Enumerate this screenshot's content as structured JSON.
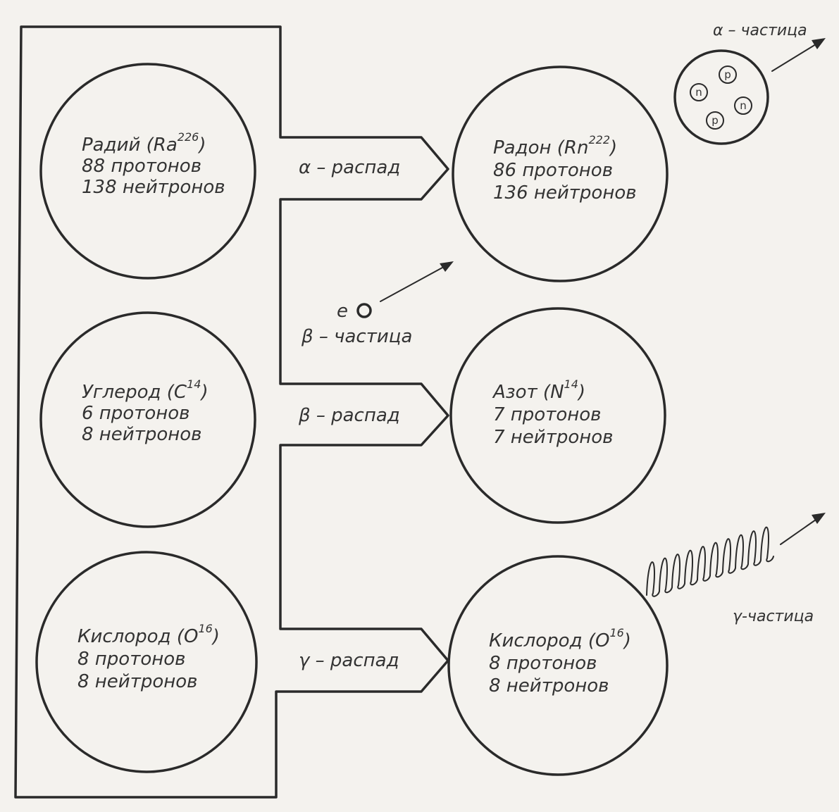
{
  "nuclei": {
    "radium": {
      "name": "Радий (Ra",
      "mass": "226",
      "close": ")",
      "protons": "88 протонов",
      "neutrons": "138 нейтронов"
    },
    "radon": {
      "name": "Радон (Rn",
      "mass": "222",
      "close": ")",
      "protons": "86 протонов",
      "neutrons": "136 нейтронов"
    },
    "carbon": {
      "name": "Углерод (C",
      "mass": "14",
      "close": ")",
      "protons": "6 протонов",
      "neutrons": "8 нейтронов"
    },
    "nitrogen": {
      "name": "Азот (N",
      "mass": "14",
      "close": ")",
      "protons": "7 протонов",
      "neutrons": "7 нейтронов"
    },
    "oxygen_left": {
      "name": "Кислород (O",
      "mass": "16",
      "close": ")",
      "protons": "8 протонов",
      "neutrons": "8 нейтронов"
    },
    "oxygen_right": {
      "name": "Кислород (O",
      "mass": "16",
      "close": ")",
      "protons": "8 протонов",
      "neutrons": "8 нейтронов"
    }
  },
  "decays": {
    "alpha": "α – распад",
    "beta": "β – распад",
    "gamma": "γ – распад"
  },
  "particles": {
    "alpha_label": "α – частица",
    "beta_symbol": "e",
    "beta_label": "β – частица",
    "gamma_label": "γ-частица",
    "nucleons": [
      "p",
      "n",
      "p",
      "n"
    ]
  }
}
